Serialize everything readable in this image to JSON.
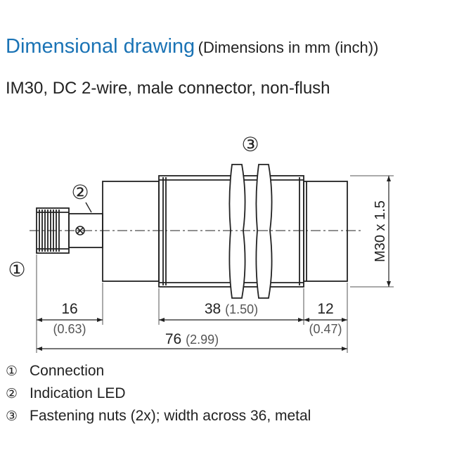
{
  "heading": {
    "title": "Dimensional drawing",
    "subtitle": "(Dimensions in mm (inch))"
  },
  "variant": "IM30, DC 2-wire, male connector, non-flush",
  "drawing": {
    "callouts": {
      "connection": "①",
      "led": "②",
      "nuts": "③"
    },
    "dimensions": {
      "connector_length": {
        "mm": "16",
        "inch": "(0.63)"
      },
      "thread_length": {
        "mm": "38",
        "inch": "(1.50)"
      },
      "sleeve_length": {
        "mm": "12",
        "inch": "(0.47)"
      },
      "total_length": {
        "mm": "76",
        "inch": "(2.99)"
      },
      "thread_diameter": "M30 x 1.5"
    }
  },
  "legend": [
    {
      "num": "①",
      "text": "Connection"
    },
    {
      "num": "②",
      "text": "Indication LED"
    },
    {
      "num": "③",
      "text": "Fastening nuts (2x); width across 36, metal"
    }
  ]
}
